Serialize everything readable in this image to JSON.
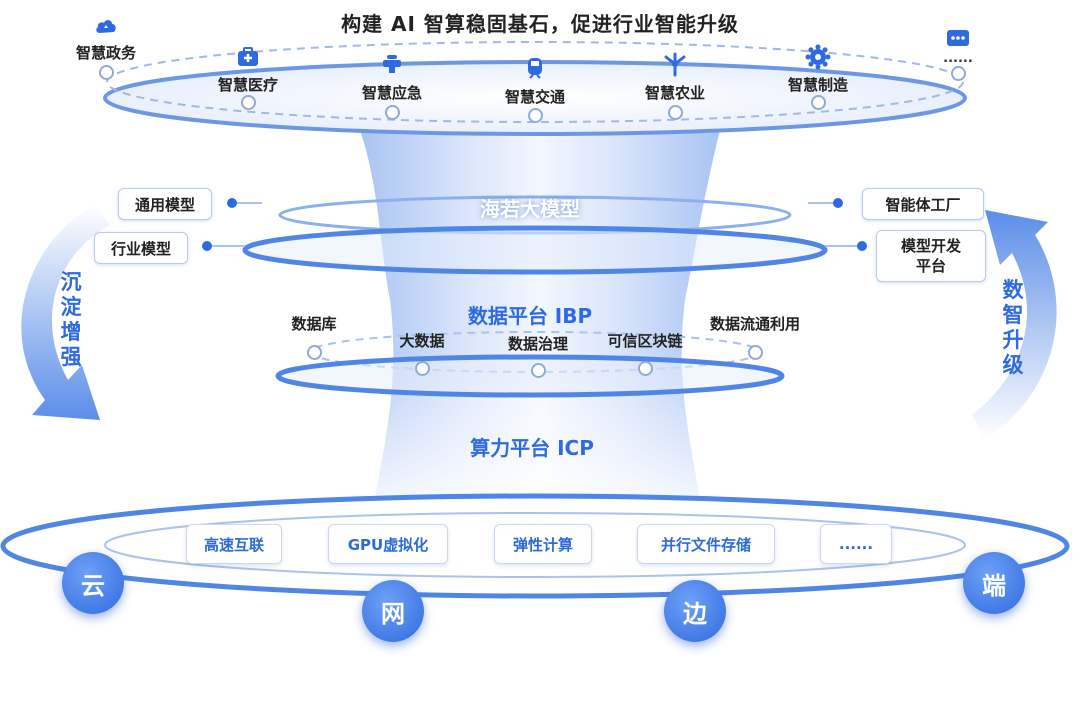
{
  "title": "构建 AI 智算稳固基石，促进行业智能升级",
  "industries": [
    {
      "label": "智慧政务",
      "icon": "cloud-icon"
    },
    {
      "label": "智慧医疗",
      "icon": "medical-kit-icon"
    },
    {
      "label": "智慧应急",
      "icon": "hydrant-icon"
    },
    {
      "label": "智慧交通",
      "icon": "train-icon"
    },
    {
      "label": "智慧农业",
      "icon": "windmill-icon"
    },
    {
      "label": "智慧制造",
      "icon": "gear-icon"
    },
    {
      "label": "......",
      "icon": "more-icon"
    }
  ],
  "layers": {
    "model": "海若大模型",
    "data": "数据平台 IBP",
    "compute": "算力平台 ICP"
  },
  "left_boxes": [
    "通用模型",
    "行业模型"
  ],
  "right_boxes": [
    "智能体工厂",
    "模型开发平台"
  ],
  "data_items": [
    "数据库",
    "大数据",
    "数据治理",
    "可信区块链",
    "数据流通利用"
  ],
  "compute_items": [
    "高速互联",
    "GPU虚拟化",
    "弹性计算",
    "并行文件存储",
    "......"
  ],
  "nodes": [
    "云",
    "网",
    "边",
    "端"
  ],
  "side_left": "沉淀增强",
  "side_right": "数智升级",
  "colors": {
    "accent": "#2f6be0",
    "light": "#dbe6fb",
    "ring": "#5b8ee8"
  }
}
